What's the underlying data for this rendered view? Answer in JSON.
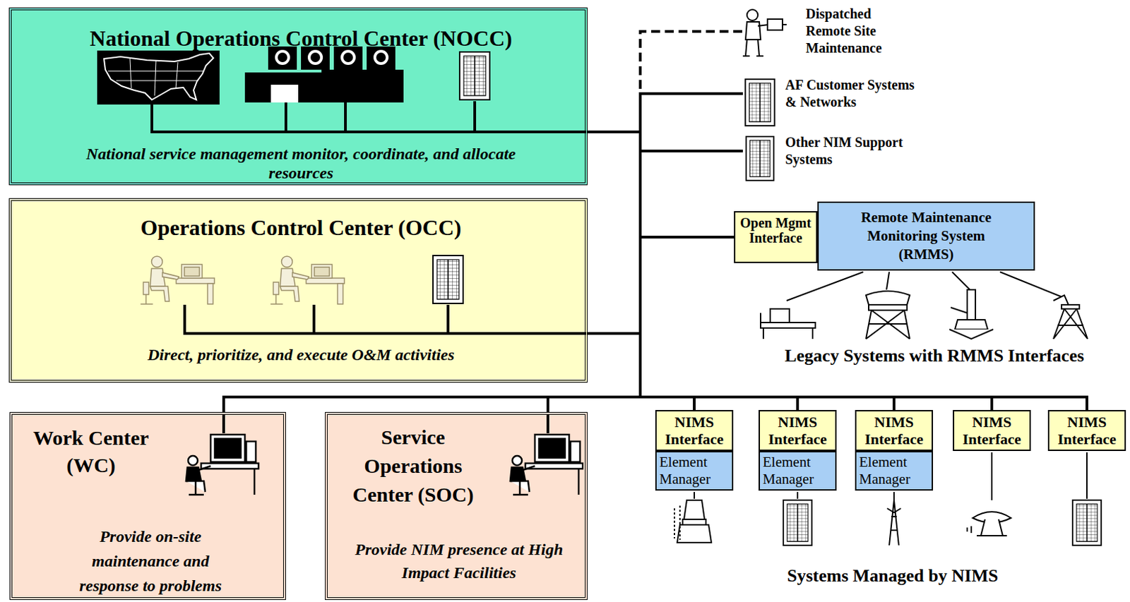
{
  "diagram": {
    "nodes": [
      {
        "text": [
          "National Operations Control Center (NOCC)",
          "National service management monitor, coordinate, and allocate resources"
        ]
      },
      {
        "text": [
          "Operations Control Center (OCC)",
          "Direct, prioritize, and execute O&M activities"
        ]
      },
      {
        "text": [
          "Work Center (WC)",
          "Provide on-site maintenance and response to problems"
        ]
      },
      {
        "text": [
          "Service Operations Center (SOC)",
          "Provide NIM presence at High Impact Facilities"
        ]
      },
      {
        "text": [
          "Dispatched Remote Site Maintenance"
        ]
      },
      {
        "text": [
          "AF Customer Systems & Networks"
        ]
      },
      {
        "text": [
          "Other NIM Support Systems"
        ]
      },
      {
        "text": [
          "Open Mgmt Interface"
        ]
      },
      {
        "text": [
          "Remote Maintenance Monitoring System (RMMS)"
        ]
      },
      {
        "text": [
          "NIMS Interface"
        ]
      },
      {
        "text": [
          "NIMS Interface"
        ]
      },
      {
        "text": [
          "NIMS Interface"
        ]
      },
      {
        "text": [
          "NIMS Interface"
        ]
      },
      {
        "text": [
          "NIMS Interface"
        ]
      },
      {
        "text": [
          "Element Manager"
        ]
      },
      {
        "text": [
          "Element Manager"
        ]
      },
      {
        "text": [
          "Element Manager"
        ]
      }
    ],
    "edges": [
      {
        "from": 0,
        "to": 4,
        "arrow": "none"
      },
      {
        "from": 0,
        "to": 5,
        "arrow": "none"
      },
      {
        "from": 0,
        "to": 6,
        "arrow": "none"
      },
      {
        "from": 0,
        "to": 7,
        "arrow": "none"
      },
      {
        "from": 0,
        "to": 1,
        "arrow": "none"
      },
      {
        "from": 1,
        "to": 2,
        "arrow": "none"
      },
      {
        "from": 1,
        "to": 3,
        "arrow": "none"
      },
      {
        "from": 1,
        "to": 9,
        "arrow": "none"
      },
      {
        "from": 1,
        "to": 10,
        "arrow": "none"
      },
      {
        "from": 1,
        "to": 11,
        "arrow": "none"
      },
      {
        "from": 1,
        "to": 12,
        "arrow": "none"
      },
      {
        "from": 1,
        "to": 13,
        "arrow": "none"
      }
    ],
    "labels": [
      "Legacy Systems with RMMS Interfaces",
      "Systems Managed by NIMS"
    ]
  }
}
